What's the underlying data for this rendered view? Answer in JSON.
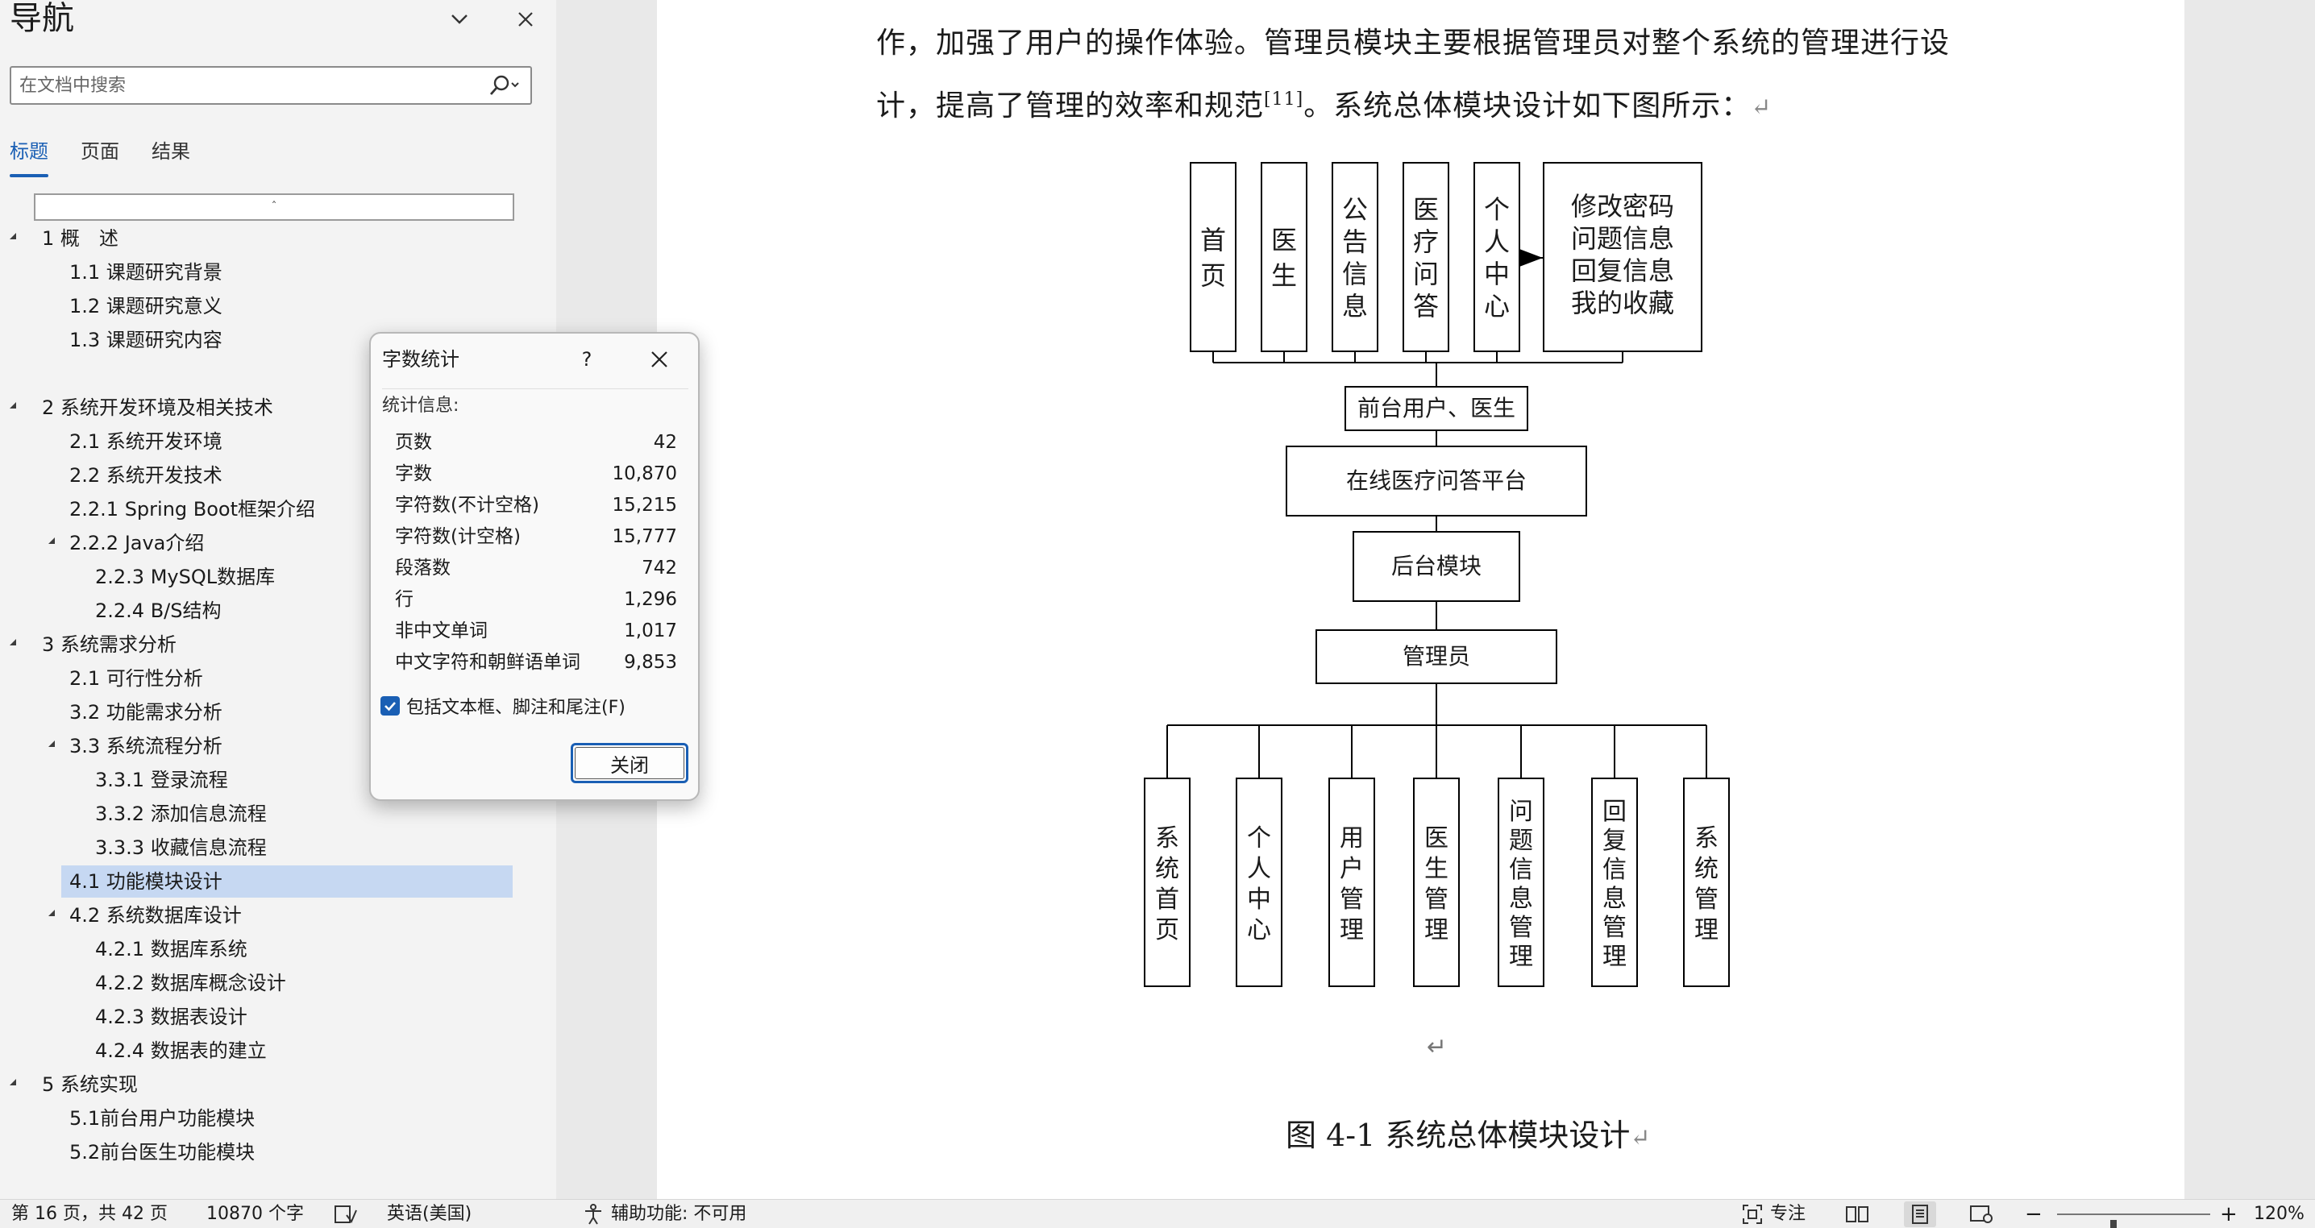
{
  "navigation": {
    "title": "导航",
    "search_placeholder": "在文档中搜索",
    "tabs": [
      {
        "label": "标题",
        "active": true
      },
      {
        "label": "页面",
        "active": false
      },
      {
        "label": "结果",
        "active": false
      }
    ],
    "collapse_glyph": "ˆ",
    "tree": [
      {
        "label": "1 概　述",
        "level": 1,
        "expanded": true,
        "y": 0
      },
      {
        "label": "1.1 课题研究背景",
        "level": 2,
        "y": 1
      },
      {
        "label": "1.2 课题研究意义",
        "level": 2,
        "y": 2
      },
      {
        "label": "1.3 课题研究内容",
        "level": 2,
        "y": 3
      },
      {
        "label": "2 系统开发环境及相关技术",
        "level": 1,
        "expanded": true,
        "y": 5
      },
      {
        "label": "2.1 系统开发环境",
        "level": 2,
        "y": 6
      },
      {
        "label": "2.2 系统开发技术",
        "level": 2,
        "y": 7
      },
      {
        "label": "2.2.1 Spring Boot框架介绍",
        "level": 2,
        "y": 8
      },
      {
        "label": "2.2.2 Java介绍",
        "level": 2,
        "expanded": true,
        "y": 9
      },
      {
        "label": "2.2.3 MySQL数据库",
        "level": 3,
        "y": 10
      },
      {
        "label": "2.2.4 B/S结构",
        "level": 3,
        "y": 11
      },
      {
        "label": "3 系统需求分析",
        "level": 1,
        "expanded": true,
        "y": 12
      },
      {
        "label": "2.1 可行性分析",
        "level": 2,
        "y": 13
      },
      {
        "label": "3.2 功能需求分析",
        "level": 2,
        "y": 14
      },
      {
        "label": "3.3 系统流程分析",
        "level": 2,
        "expanded": true,
        "y": 15
      },
      {
        "label": "3.3.1 登录流程",
        "level": 3,
        "y": 16
      },
      {
        "label": "3.3.2 添加信息流程",
        "level": 3,
        "y": 17
      },
      {
        "label": "3.3.3 收藏信息流程",
        "level": 3,
        "y": 18
      },
      {
        "label": "4.1 功能模块设计",
        "level": 2,
        "selected": true,
        "y": 19
      },
      {
        "label": "4.2 系统数据库设计",
        "level": 2,
        "expanded": true,
        "y": 20
      },
      {
        "label": "4.2.1 数据库系统",
        "level": 3,
        "y": 21
      },
      {
        "label": "4.2.2 数据库概念设计",
        "level": 3,
        "y": 22
      },
      {
        "label": "4.2.3 数据表设计",
        "level": 3,
        "y": 23
      },
      {
        "label": "4.2.4 数据表的建立",
        "level": 3,
        "y": 24
      },
      {
        "label": "5 系统实现",
        "level": 1,
        "expanded": true,
        "y": 25
      },
      {
        "label": "5.1前台用户功能模块",
        "level": 2,
        "y": 26
      },
      {
        "label": "5.2前台医生功能模块",
        "level": 2,
        "y": 27
      }
    ]
  },
  "document": {
    "line1": "作，加强了用户的操作体验。管理员模块主要根据管理员对整个系统的管理进行设",
    "line2_pre": "计，提高了管理的效率和规范",
    "line2_sup": "[11]",
    "line2_post": "。系统总体模块设计如下图所示：",
    "return_mark": "↵",
    "diagram": {
      "top_boxes": [
        "首页",
        "医生",
        "公告信息",
        "医疗问答",
        "个人中心"
      ],
      "personal_submenu": [
        "修改密码",
        "问题信息",
        "回复信息",
        "我的收藏"
      ],
      "frontend": "前台用户、医生",
      "platform": "在线医疗问答平台",
      "backend": "后台模块",
      "admin": "管理员",
      "bottom_boxes": [
        "系统首页",
        "个人中心",
        "用户管理",
        "医生管理",
        "问题信息管理",
        "回复信息管理",
        "系统管理"
      ]
    },
    "caption": "图 4-1  系统总体模块设计"
  },
  "dialog": {
    "title": "字数统计",
    "help": "?",
    "stats_label": "统计信息:",
    "stats": [
      {
        "name": "页数",
        "value": "42"
      },
      {
        "name": "字数",
        "value": "10,870"
      },
      {
        "name": "字符数(不计空格)",
        "value": "15,215"
      },
      {
        "name": "字符数(计空格)",
        "value": "15,777"
      },
      {
        "name": "段落数",
        "value": "742"
      },
      {
        "name": "行",
        "value": "1,296"
      },
      {
        "name": "非中文单词",
        "value": "1,017"
      },
      {
        "name": "中文字符和朝鲜语单词",
        "value": "9,853"
      }
    ],
    "include_label": "包括文本框、脚注和尾注(F)",
    "include_checked": true,
    "close_label": "关闭"
  },
  "statusbar": {
    "page": "第 16 页，共 42 页",
    "words": "10870 个字",
    "language": "英语(美国)",
    "accessibility": "辅助功能: 不可用",
    "focus": "专注",
    "zoom": "120%",
    "zoom_fraction": 0.37
  },
  "colors": {
    "accent": "#1a5fb4",
    "selection": "#c6d8f2",
    "nav_bg": "#f3f3f3",
    "page_bg": "#ffffff",
    "canvas_bg": "#e9e9e9"
  }
}
